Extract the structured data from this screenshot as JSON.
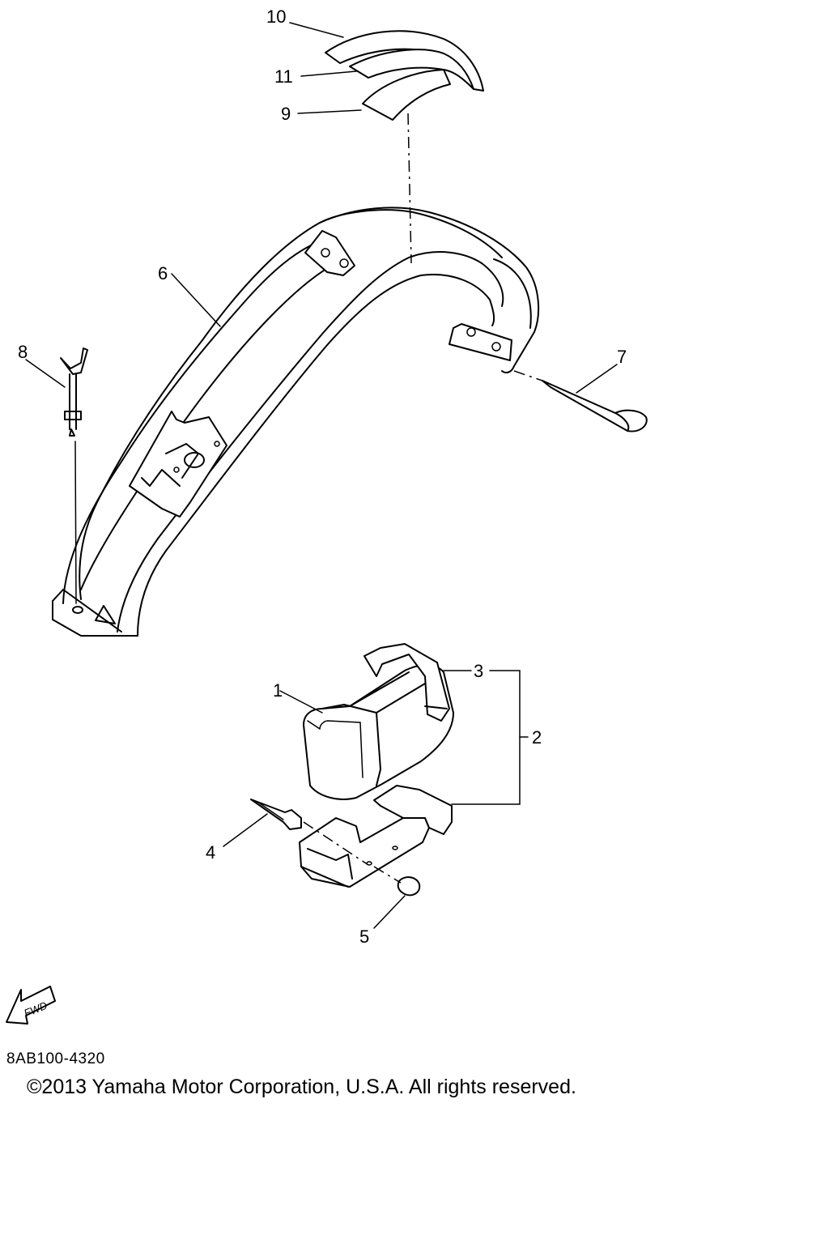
{
  "diagram": {
    "callouts": [
      {
        "id": "c1",
        "label": "1"
      },
      {
        "id": "c2",
        "label": "2"
      },
      {
        "id": "c3",
        "label": "3"
      },
      {
        "id": "c4",
        "label": "4"
      },
      {
        "id": "c5",
        "label": "5"
      },
      {
        "id": "c6",
        "label": "6"
      },
      {
        "id": "c7",
        "label": "7"
      },
      {
        "id": "c8",
        "label": "8"
      },
      {
        "id": "c9",
        "label": "9"
      },
      {
        "id": "c10",
        "label": "10"
      },
      {
        "id": "c11",
        "label": "11"
      }
    ],
    "fwd_label": "FWD",
    "diagram_code": "8AB100-4320"
  },
  "footer": {
    "copyright": "©2013 Yamaha Motor Corporation, U.S.A. All rights reserved."
  }
}
